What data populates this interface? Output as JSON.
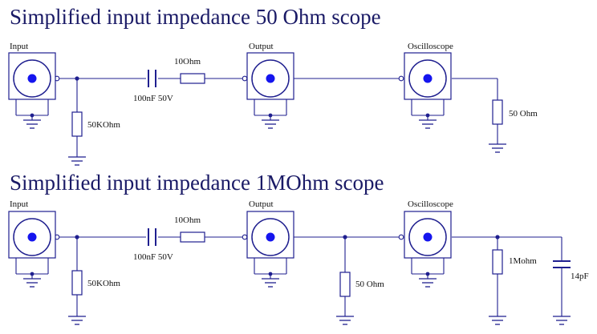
{
  "titles": {
    "top": "Simplified input impedance 50 Ohm scope",
    "bottom": "Simplified input impedance 1MOhm scope"
  },
  "top_circuit": {
    "connector_input": "Input",
    "connector_output": "Output",
    "connector_scope": "Oscilloscope",
    "series_resistor": "10Ohm",
    "series_capacitor": "100nF 50V",
    "shunt_resistor": "50KOhm",
    "scope_resistor": "50 Ohm"
  },
  "bottom_circuit": {
    "connector_input": "Input",
    "connector_output": "Output",
    "connector_scope": "Oscilloscope",
    "series_resistor": "10Ohm",
    "series_capacitor": "100nF 50V",
    "shunt_resistor": "50KOhm",
    "termination_resistor": "50 Ohm",
    "scope_resistor": "1Mohm",
    "scope_capacitor": "14pF"
  },
  "colors": {
    "wire": "#1f1f8f",
    "connector_core": "#1515ee",
    "title": "#1a1a66"
  }
}
